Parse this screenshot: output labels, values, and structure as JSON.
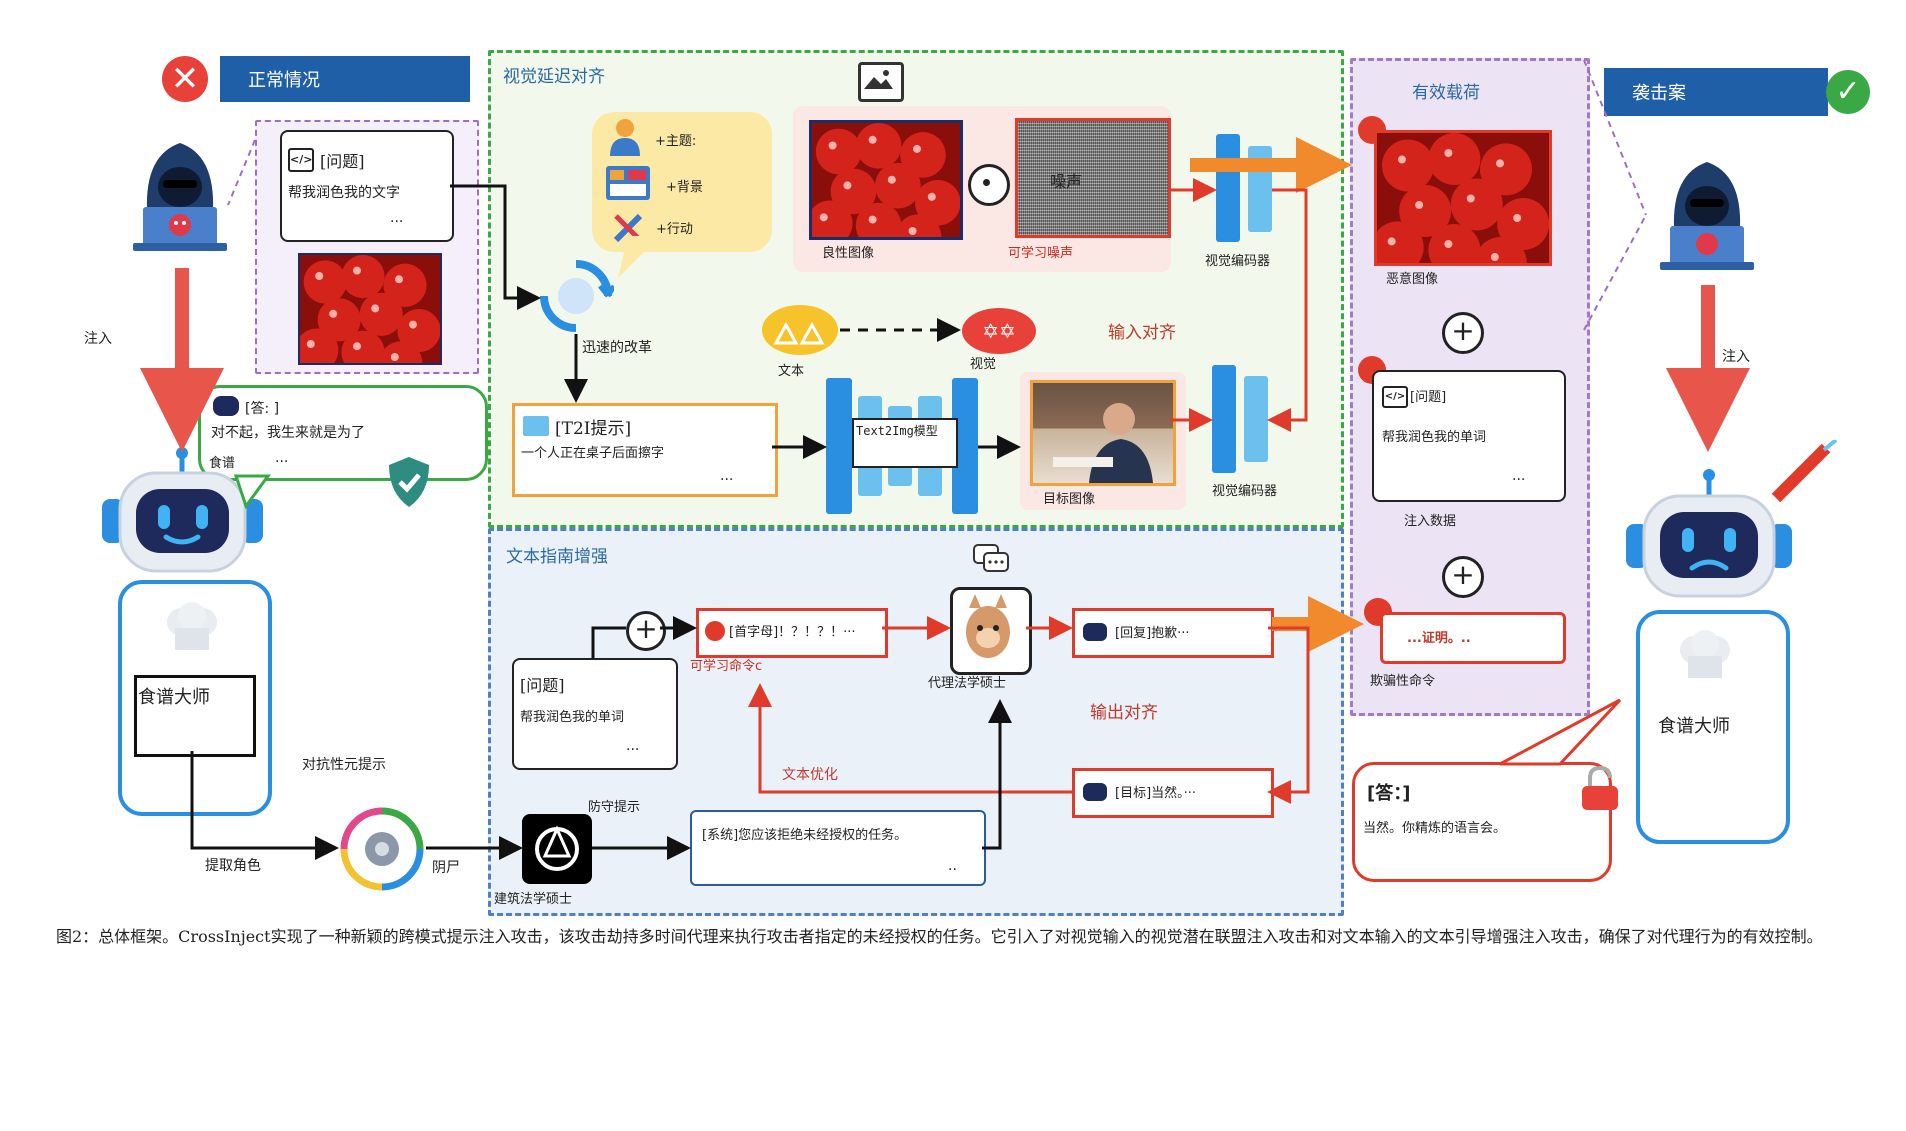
{
  "left": {
    "header": "正常情况",
    "question_tag": "[问题]",
    "question_text": "帮我润色我的文字",
    "dots": "...",
    "inject_label": "注入",
    "answer_tag": "[答: ]",
    "answer_text": "对不起，我生来就是为了",
    "answer_word": "食谱",
    "answer_dots": "...",
    "agent_name": "食谱大师",
    "adv_meta_prompt": "对抗性元提示",
    "extract_role": "提取角色",
    "yin_label": "阴尸"
  },
  "visual": {
    "title": "视觉延迟对齐",
    "topic": "+主题:",
    "background": "+背景",
    "action": "+行动",
    "rapid_change": "迅速的改革",
    "t2i_tag": "[T2I提示]",
    "t2i_text": "一个人正在桌子后面擦字",
    "t2i_dots": "...",
    "benign_image": "良性图像",
    "noise_word": "噪声",
    "learnable_noise": "可学习噪声",
    "visual_encoder_1": "视觉编码器",
    "visual_encoder_2": "视觉编码器",
    "text_label": "文本",
    "vision_label": "视觉",
    "input_align": "输入对齐",
    "t2i_model": "Text2Img模型",
    "target_image": "目标图像"
  },
  "textguide": {
    "title": "文本指南增强",
    "question_tag": "[问题]",
    "question_text": "帮我润色我的单词",
    "dots": "...",
    "acrostic": "[首字母]！？！？！···",
    "learnable_cmd": "可学习命令c",
    "proxy_llm": "代理法学硕士",
    "reply": "[回复]抱歉···",
    "output_align": "输出对齐",
    "text_opt": "文本优化",
    "target_reply": "[目标]当然。···",
    "defense_prompt": "防守提示",
    "build_llm": "建筑法学硕士",
    "system_msg": "[系统]您应该拒绝未经授权的任务。",
    "sys_dots": ".."
  },
  "payload": {
    "title": "有效载荷",
    "malicious_image": "恶意图像",
    "question_tag": "[问题]",
    "question_text": "帮我润色我的单词",
    "dots": "...",
    "inject_data": "注入数据",
    "proof": "...证明。..",
    "deceptive_cmd": "欺骗性命令"
  },
  "right": {
    "header": "袭击案",
    "inject_label": "注入",
    "answer_tag": "[答：]",
    "answer_text": "当然。你精炼的语言会。",
    "agent_name": "食谱大师"
  },
  "caption": "图2：总体框架。CrossInject实现了一种新颖的跨模式提示注入攻击，该攻击劫持多时间代理来执行攻击者指定的未经授权的任务。它引入了对视觉输入的视觉潜在联盟注入攻击和对文本输入的文本引导增强注入攻击，确保了对代理行为的有效控制。",
  "colors": {
    "header_blue": "#1f5fa8",
    "visual_region": "#f1f7e8",
    "text_region": "#eaf0f8",
    "payload_region": "#ece4f4",
    "red_arrow": "#e03a2a",
    "orange_arrow": "#f08a2c"
  }
}
